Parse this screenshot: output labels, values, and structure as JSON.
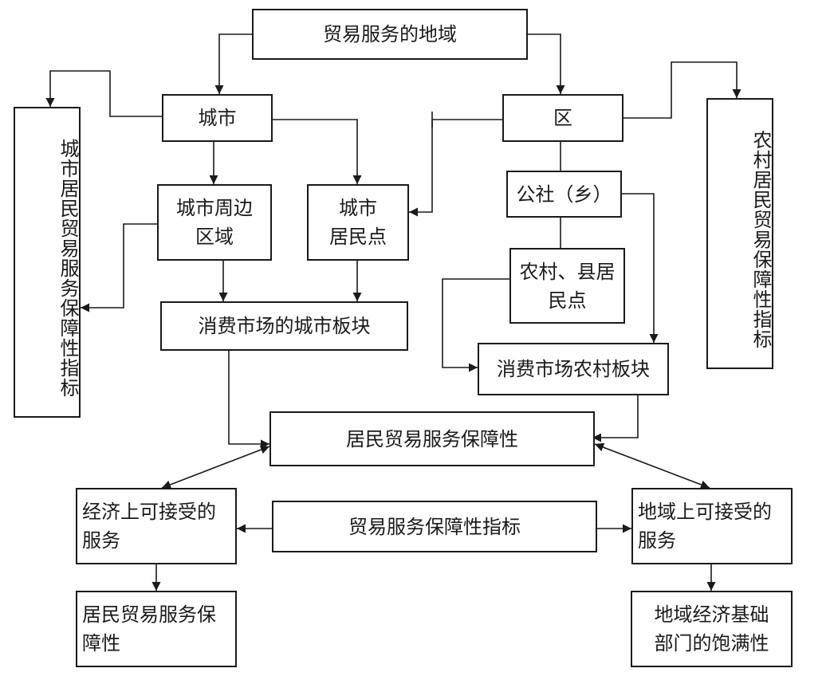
{
  "nodes": {
    "domain": "贸易服务的地域",
    "city": "城市",
    "district": "区",
    "city_indicator": "城市居民贸易服务保障性指标",
    "rural_indicator": "农村居民贸易保障性指标",
    "city_periphery": "城市周边\n区域",
    "city_settlement": "城市\n居民点",
    "commune": "公社（乡）",
    "rural_settlement": "农村、县居\n民点",
    "urban_market": "消费市场的城市板块",
    "rural_market": "消费市场农村板块",
    "resident_guarantee": "居民贸易服务保障性",
    "economic_service": "经济上可接受的\n服务",
    "guarantee_indicator": "贸易服务保障性指标",
    "geographic_service": "地域上可接受的\n服务",
    "resident_guarantee_2": "居民贸易服务保\n障性",
    "saturation": "地域经济基础\n部门的饱满性"
  }
}
